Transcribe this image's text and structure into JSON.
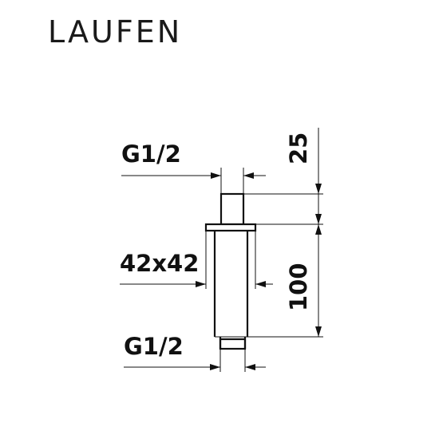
{
  "brand": {
    "logo_text": "LAUFEN"
  },
  "dimensions": {
    "thread_top": "G1/2",
    "flange_size": "42x42",
    "thread_bottom": "G1/2",
    "height_top": "25",
    "height_total": "100"
  }
}
